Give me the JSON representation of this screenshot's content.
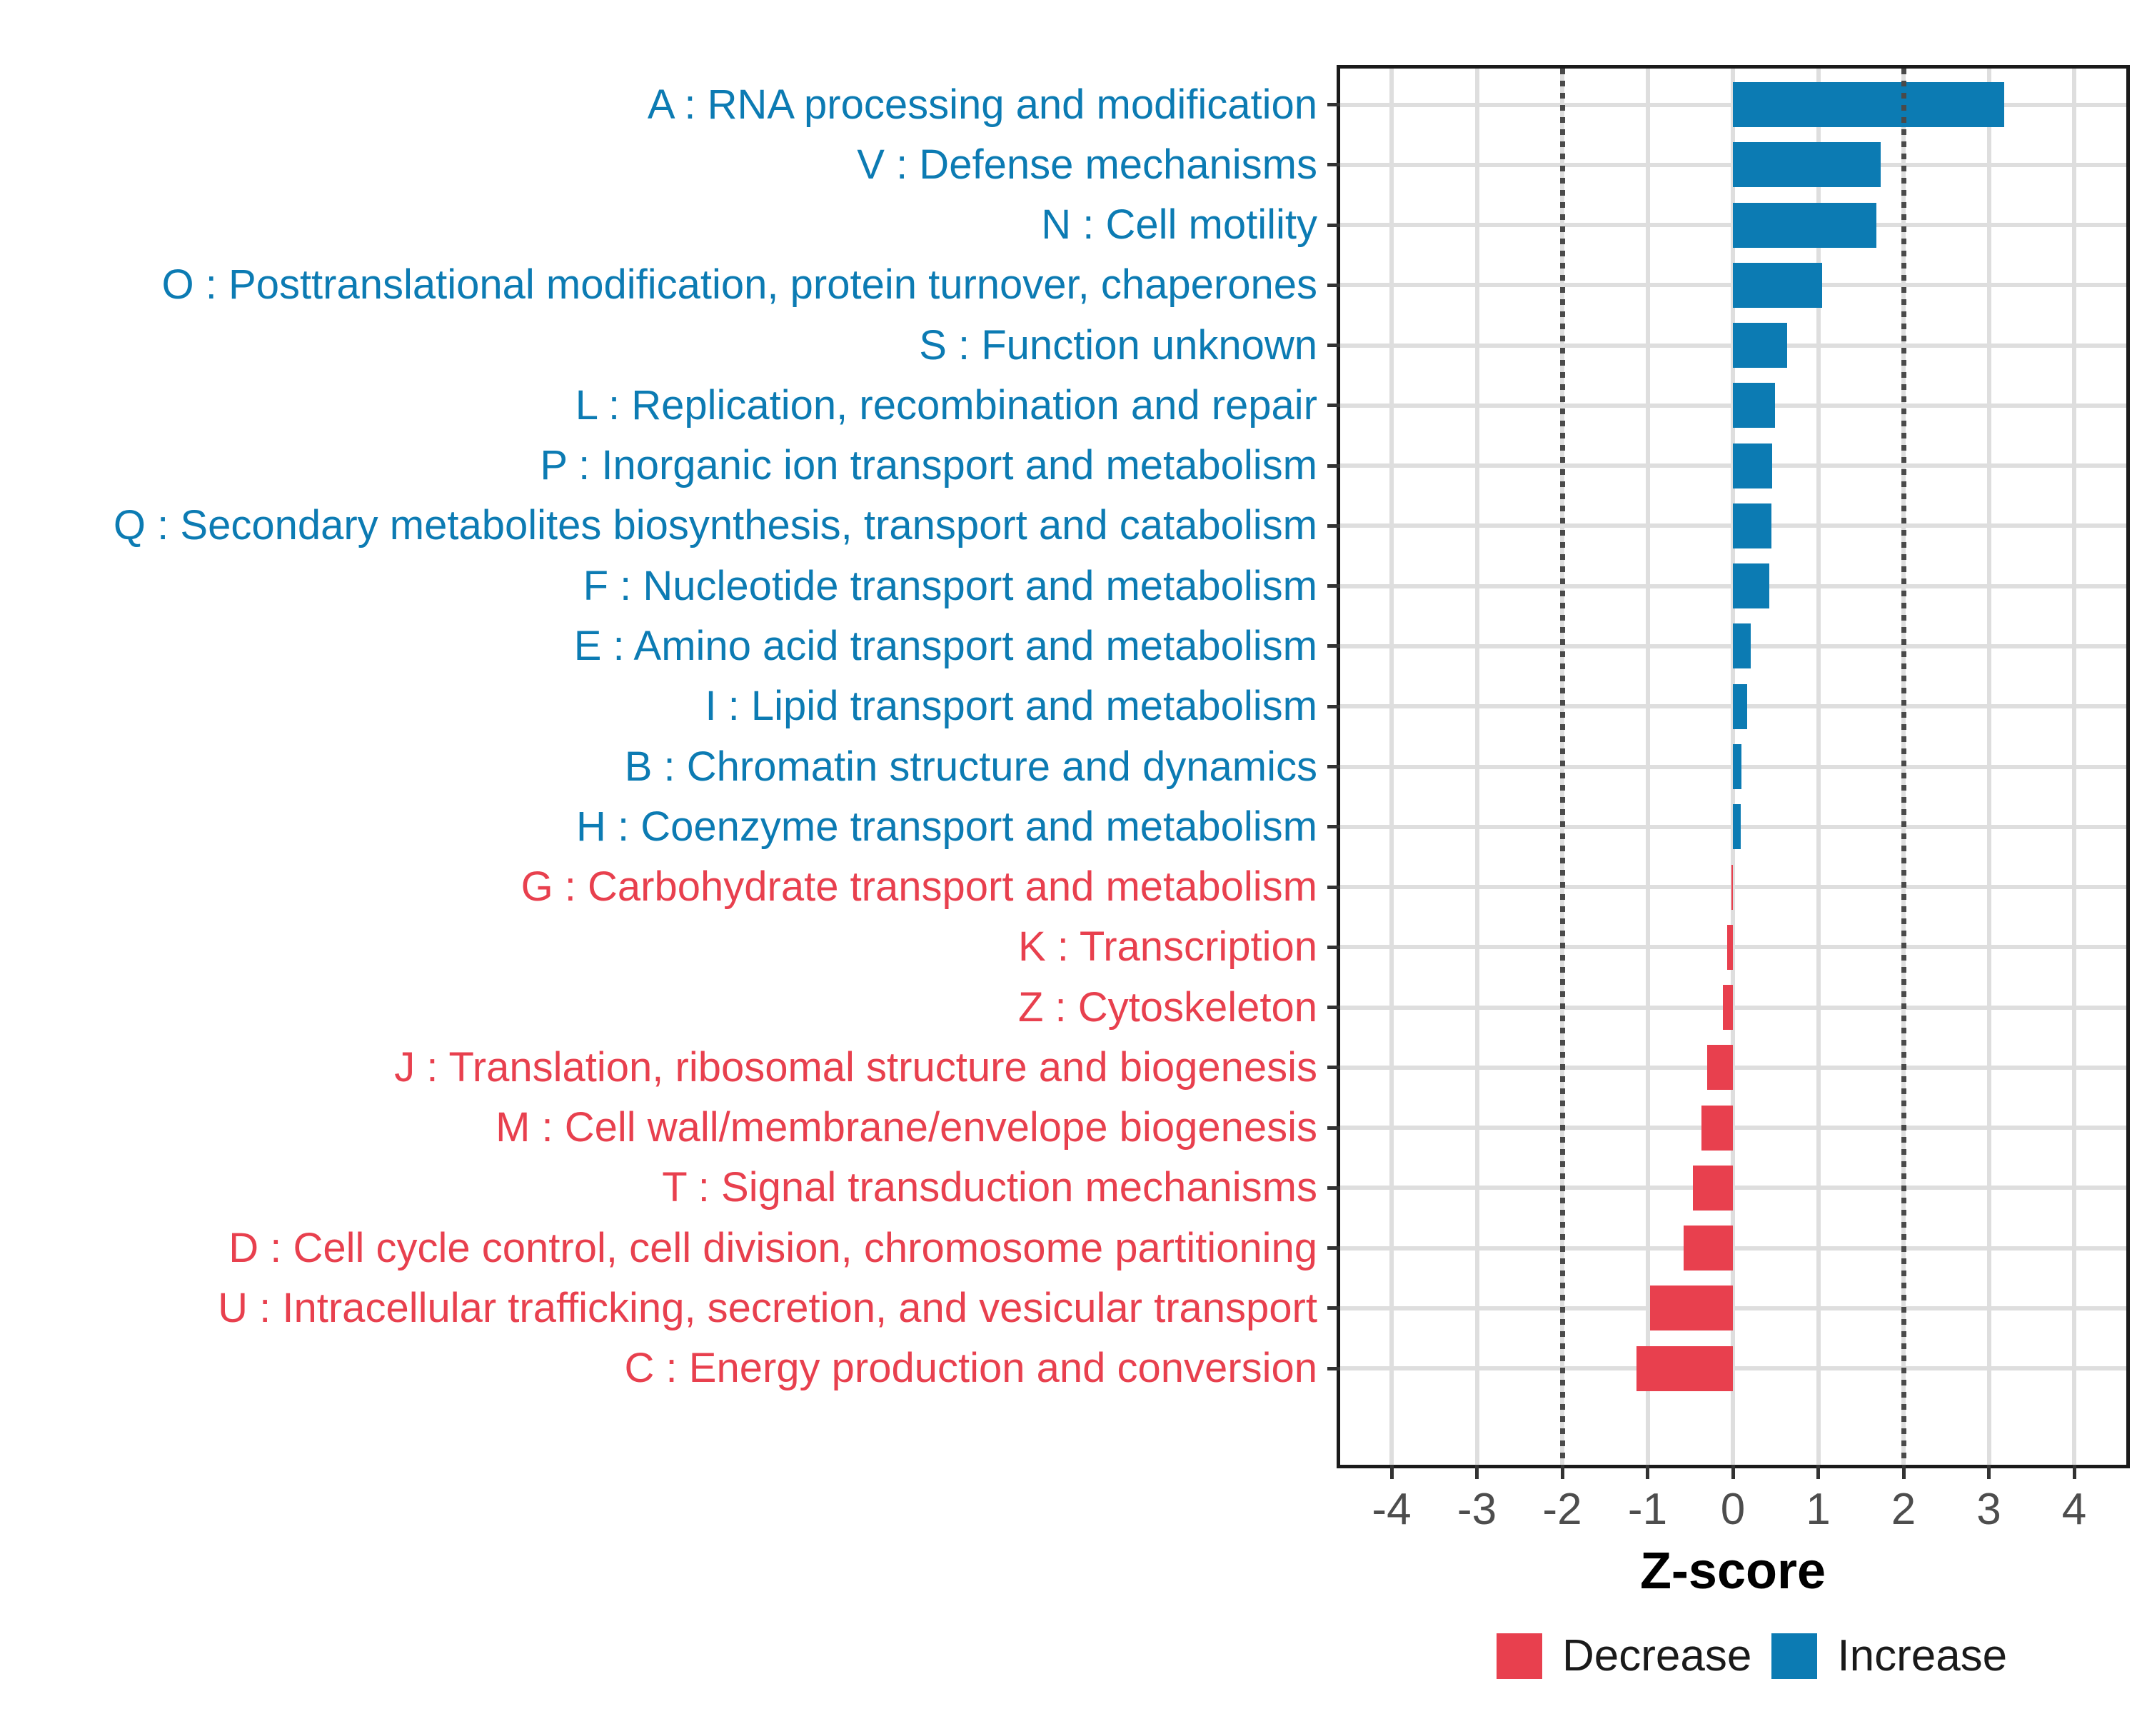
{
  "chart_data": {
    "type": "bar",
    "orientation": "horizontal",
    "title": "",
    "xlabel": "Z-score",
    "ylabel": "",
    "xlim": [
      -4.6,
      4.6
    ],
    "x_ticks": [
      -4,
      -3,
      -2,
      -1,
      0,
      1,
      2,
      3,
      4
    ],
    "x_tick_labels": [
      "-4",
      "-3",
      "-2",
      "-1",
      "0",
      "1",
      "2",
      "3",
      "4"
    ],
    "reference_lines_dotted_x": [
      -2,
      2
    ],
    "grid": true,
    "legend_position": "bottom",
    "categories": [
      "A : RNA processing and modification",
      "V : Defense mechanisms",
      "N : Cell motility",
      "O : Posttranslational modification, protein turnover, chaperones",
      "S : Function unknown",
      "L : Replication, recombination and repair",
      "P : Inorganic ion transport and metabolism",
      "Q : Secondary metabolites biosynthesis, transport and catabolism",
      "F : Nucleotide transport and metabolism",
      "E : Amino acid transport and metabolism",
      "I : Lipid transport and metabolism",
      "B : Chromatin structure and dynamics",
      "H : Coenzyme transport and metabolism",
      "G : Carbohydrate transport and metabolism",
      "K : Transcription",
      "Z : Cytoskeleton",
      "J : Translation, ribosomal structure and biogenesis",
      "M : Cell wall/membrane/envelope biogenesis",
      "T : Signal transduction mechanisms",
      "D : Cell cycle control, cell division, chromosome partitioning",
      "U : Intracellular trafficking, secretion, and vesicular transport",
      "C : Energy production and conversion"
    ],
    "values": [
      3.18,
      1.73,
      1.68,
      1.05,
      0.64,
      0.49,
      0.46,
      0.45,
      0.43,
      0.21,
      0.17,
      0.1,
      0.09,
      -0.02,
      -0.07,
      -0.12,
      -0.3,
      -0.37,
      -0.47,
      -0.58,
      -0.97,
      -1.13
    ],
    "directions": [
      "increase",
      "increase",
      "increase",
      "increase",
      "increase",
      "increase",
      "increase",
      "increase",
      "increase",
      "increase",
      "increase",
      "increase",
      "increase",
      "decrease",
      "decrease",
      "decrease",
      "decrease",
      "decrease",
      "decrease",
      "decrease",
      "decrease",
      "decrease"
    ],
    "colors": {
      "increase": "#0C7BB3",
      "decrease": "#E8404E",
      "grid": "#DEDEDE",
      "panel_border": "#1A1A1A",
      "dotted_line": "#4A4A4A",
      "tick_label": "#4D4D4D"
    },
    "legend": [
      {
        "label": "Decrease",
        "key": "decrease"
      },
      {
        "label": "Increase",
        "key": "increase"
      }
    ]
  }
}
